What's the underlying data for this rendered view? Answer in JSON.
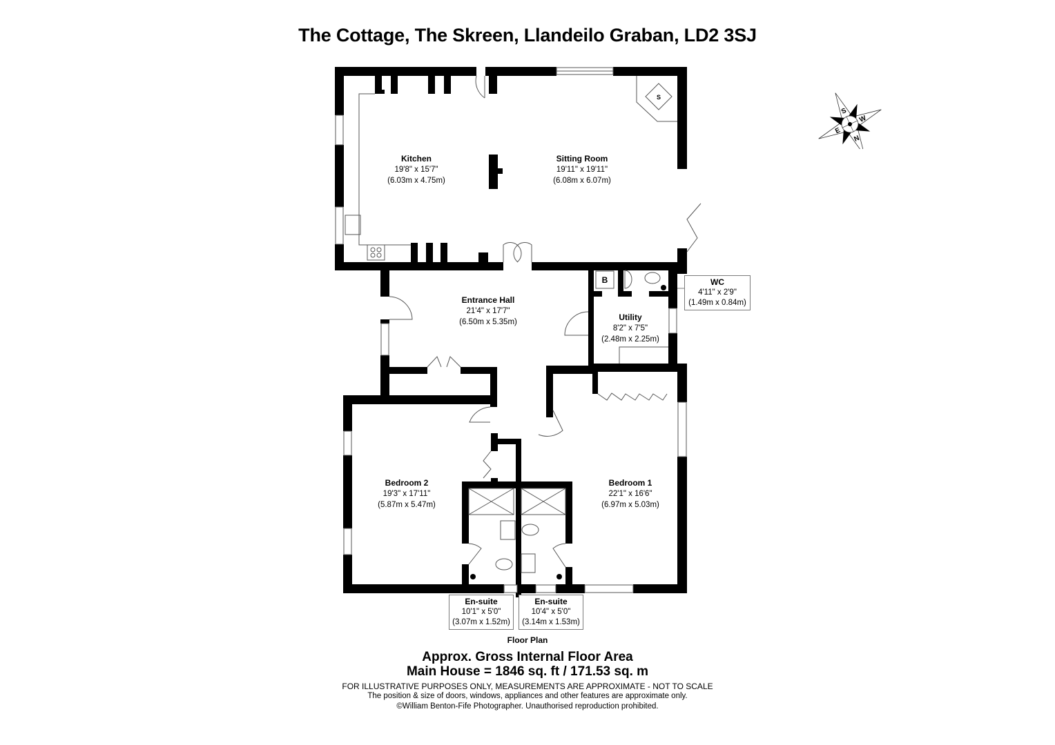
{
  "title": "The Cottage, The Skreen, Llandeilo Graban, LD2 3SJ",
  "rooms": {
    "kitchen": {
      "name": "Kitchen",
      "imperial": "19'8\" x 15'7\"",
      "metric": "(6.03m x 4.75m)"
    },
    "sitting_room": {
      "name": "Sitting Room",
      "imperial": "19'11\" x 19'11\"",
      "metric": "(6.08m x 6.07m)"
    },
    "entrance_hall": {
      "name": "Entrance Hall",
      "imperial": "21'4\" x 17'7\"",
      "metric": "(6.50m x 5.35m)"
    },
    "utility": {
      "name": "Utility",
      "imperial": "8'2\" x 7'5\"",
      "metric": "(2.48m x 2.25m)"
    },
    "wc": {
      "name": "WC",
      "imperial": "4'11\" x 2'9\"",
      "metric": "(1.49m x 0.84m)"
    },
    "bedroom_2": {
      "name": "Bedroom 2",
      "imperial": "19'3\" x 17'11\"",
      "metric": "(5.87m x 5.47m)"
    },
    "bedroom_1": {
      "name": "Bedroom 1",
      "imperial": "22'1\" x 16'6\"",
      "metric": "(6.97m x 5.03m)"
    },
    "ensuite_1": {
      "name": "En-suite",
      "imperial": "10'1\" x 5'0\"",
      "metric": "(3.07m x 1.52m)"
    },
    "ensuite_2": {
      "name": "En-suite",
      "imperial": "10'4\" x 5'0\"",
      "metric": "(3.14m x 1.53m)"
    }
  },
  "fixtures": {
    "stove_label": "S",
    "boiler_label": "B"
  },
  "compass": {
    "n": "N",
    "s": "S",
    "e": "E",
    "w": "W"
  },
  "footer": {
    "floor_plan_label": "Floor Plan",
    "area_heading": "Approx. Gross Internal Floor Area",
    "area_value": "Main House = 1846 sq. ft / 171.53 sq. m",
    "disclaimer_1": "FOR ILLUSTRATIVE PURPOSES ONLY, MEASUREMENTS ARE APPROXIMATE - NOT TO SCALE",
    "disclaimer_2": "The position & size of doors, windows, appliances and other features are approximate only.",
    "copyright": "©William Benton-Fife Photographer. Unauthorised reproduction prohibited."
  },
  "colors": {
    "wall": "#000000",
    "line": "#555555",
    "window": "#ffffff",
    "box_border": "#7a7a7a"
  }
}
